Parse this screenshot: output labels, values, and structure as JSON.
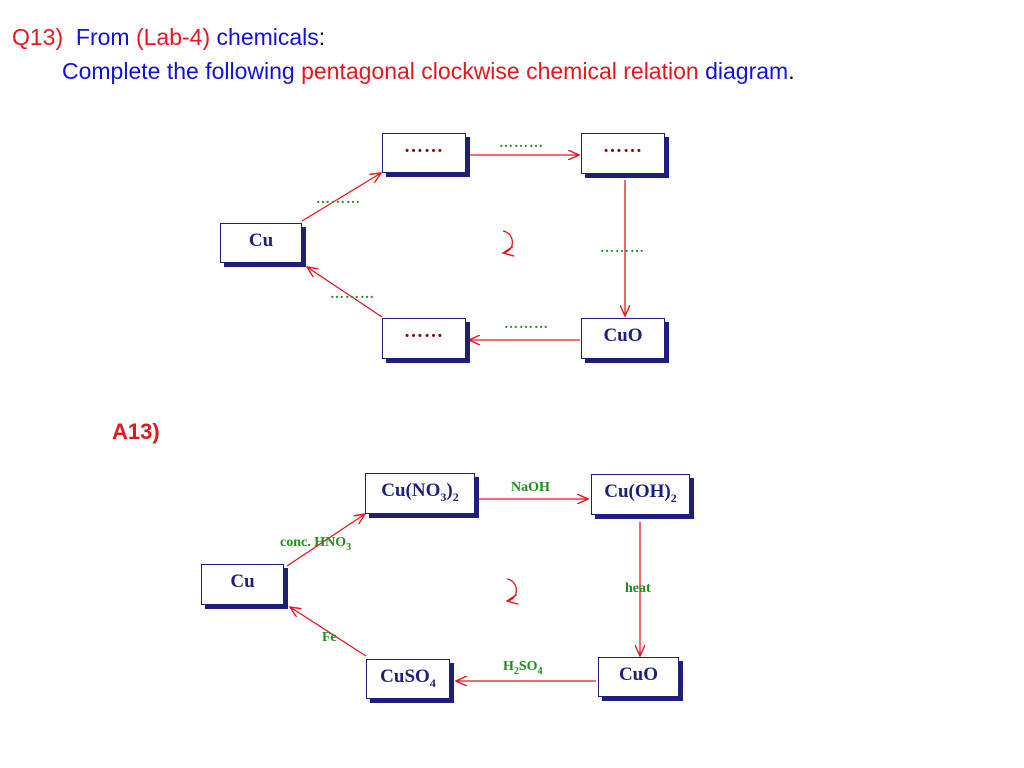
{
  "question": {
    "number": "Q13)",
    "from": "From",
    "lab": "(Lab-4)",
    "chemicals": "chemicals",
    "colon": ":",
    "line2_a": "Complete the following",
    "line2_b": "pentagonal clockwise chemical relation",
    "line2_c": "diagram",
    "line2_d": "."
  },
  "question_diagram": {
    "box_cu": "Cu",
    "box_top_left": "……",
    "box_top_right": "……",
    "box_cuo": "CuO",
    "box_bottom_left": "……",
    "label_cu_to_top": "………",
    "label_top": "………",
    "label_right": "………",
    "label_bottom": "………",
    "label_bottom_to_cu": "………"
  },
  "answer_label": "A13)",
  "answer_diagram": {
    "box_cu": "Cu",
    "box_cuno3_main": "Cu(NO",
    "box_cuno3_sub3": "3",
    "box_cuno3_close": ")",
    "box_cuno3_sub2": "2",
    "box_cuoh2_main": "Cu(OH)",
    "box_cuoh2_sub": "2",
    "box_cuo": "CuO",
    "box_cuso4_main": "CuSO",
    "box_cuso4_sub": "4",
    "label_hno3_main": "conc. HNO",
    "label_hno3_sub": "3",
    "label_naoh": "NaOH",
    "label_heat": "heat",
    "label_h2so4_h": "H",
    "label_h2so4_sub2": "2",
    "label_h2so4_so": "SO",
    "label_h2so4_sub4": "4",
    "label_fe": "Fe"
  }
}
